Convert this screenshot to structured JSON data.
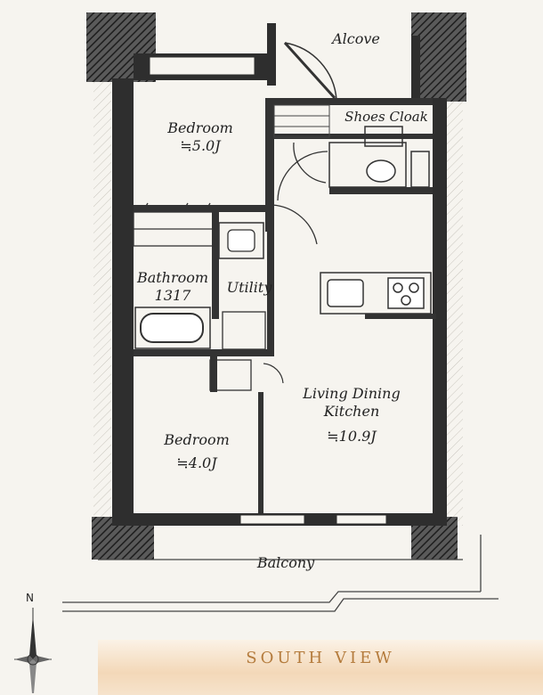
{
  "rooms": {
    "bedroom1": {
      "name": "Bedroom",
      "area": "≒5.0J"
    },
    "bedroom2": {
      "name": "Bedroom",
      "area": "≒4.0J"
    },
    "ldk": {
      "name_line1": "Living Dining",
      "name_line2": "Kitchen",
      "area": "≒10.9J"
    },
    "bathroom": {
      "name": "Bathroom",
      "size": "1317"
    },
    "utility": "Utility",
    "alcove": "Alcove",
    "shoes_cloak": "Shoes Cloak",
    "balcony": "Balcony"
  },
  "view": "SOUTH VIEW",
  "compass": {
    "north": "N"
  },
  "colors": {
    "wall": "#3a3a3a",
    "accent": "#b47b3c",
    "paper": "#f6f4ef"
  }
}
